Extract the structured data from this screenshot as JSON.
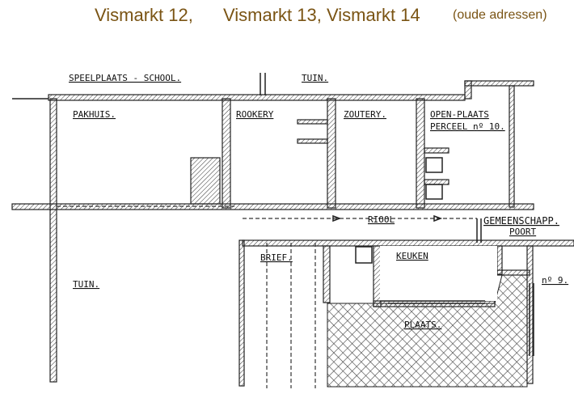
{
  "title": {
    "part1": "Vismarkt 12,",
    "part2": "Vismarkt 13, Vismarkt 14",
    "note": "(oude adressen)"
  },
  "plan_labels": {
    "speelplaats": "SPEELPLAATS - SCHOOL.",
    "tuin_top": "TUIN.",
    "pakhuis": "PAKHUIS.",
    "rookery": "ROOKERY",
    "zoutery": "ZOUTERY.",
    "open_plaats_1": "OPEN-PLAATS",
    "open_plaats_2": "PERCEEL nº 10.",
    "riool": "RIOOL",
    "gemeenschapp": "GEMEENSCHAPP.",
    "poort": "POORT",
    "brief": "BRIEF.",
    "keuken": "KEUKEN",
    "tuin_bottom": "TUIN.",
    "plaats": "PLAATS.",
    "no9": "nº 9."
  },
  "colors": {
    "title": "#7a5414"
  }
}
